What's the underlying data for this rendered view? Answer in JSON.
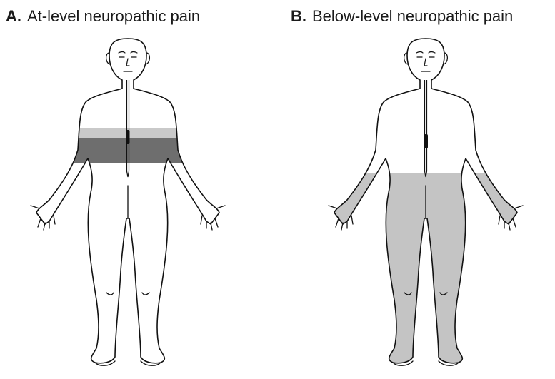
{
  "panels": [
    {
      "letter": "A.",
      "title": "At-level neuropathic pain",
      "highlight": "at-level band around the trunk at the lesion level"
    },
    {
      "letter": "B.",
      "title": "Below-level neuropathic pain",
      "highlight": "region below the lesion level (lower trunk and legs)"
    }
  ],
  "colors": {
    "outline": "#111111",
    "dark_band": "#6e6e6e",
    "light_band": "#c9c9c9",
    "below_fill": "#c4c4c4",
    "lesion": "#111111"
  }
}
